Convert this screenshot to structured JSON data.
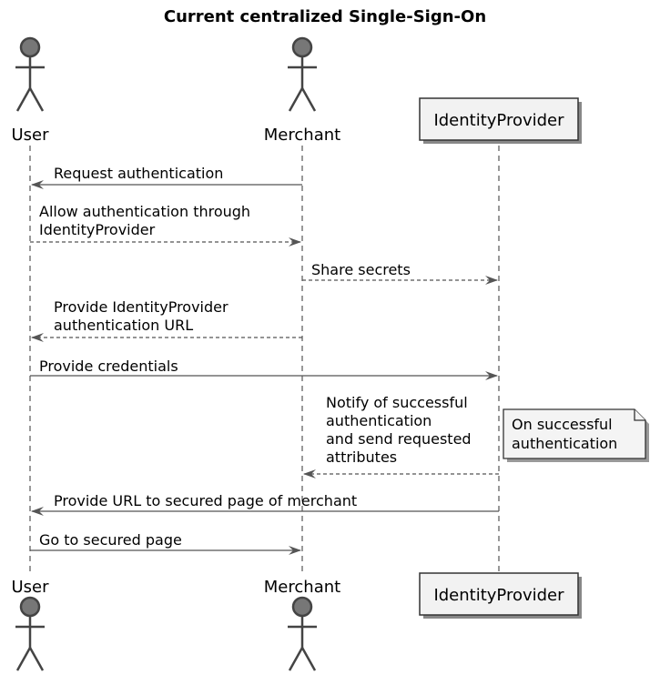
{
  "title": "Current centralized Single-Sign-On",
  "participants": [
    {
      "id": "user",
      "label": "User",
      "kind": "actor"
    },
    {
      "id": "merchant",
      "label": "Merchant",
      "kind": "actor"
    },
    {
      "id": "idp",
      "label": "IdentityProvider",
      "kind": "participant"
    }
  ],
  "messages": [
    {
      "from": "merchant",
      "to": "user",
      "style": "solid",
      "lines": [
        "Request authentication"
      ]
    },
    {
      "from": "user",
      "to": "merchant",
      "style": "dashed",
      "lines": [
        "Allow authentication through",
        "IdentityProvider"
      ]
    },
    {
      "from": "merchant",
      "to": "idp",
      "style": "dashed",
      "lines": [
        "Share secrets"
      ]
    },
    {
      "from": "merchant",
      "to": "user",
      "style": "dashed",
      "lines": [
        "Provide IdentityProvider",
        "authentication URL"
      ]
    },
    {
      "from": "user",
      "to": "idp",
      "style": "solid",
      "lines": [
        "Provide credentials"
      ]
    },
    {
      "from": "idp",
      "to": "merchant",
      "style": "dashed",
      "lines": [
        "Notify of successful",
        "authentication",
        "and send requested",
        "attributes"
      ]
    },
    {
      "from": "idp",
      "to": "user",
      "style": "solid",
      "lines": [
        "Provide URL to secured page of merchant"
      ]
    },
    {
      "from": "user",
      "to": "merchant",
      "style": "solid",
      "lines": [
        "Go to secured page"
      ]
    }
  ],
  "notes": [
    {
      "lines": [
        "On successful",
        "authentication"
      ]
    }
  ],
  "colors": {
    "actor_fill": "#777777",
    "line": "#555555",
    "box_fill": "#f2f2f2"
  }
}
